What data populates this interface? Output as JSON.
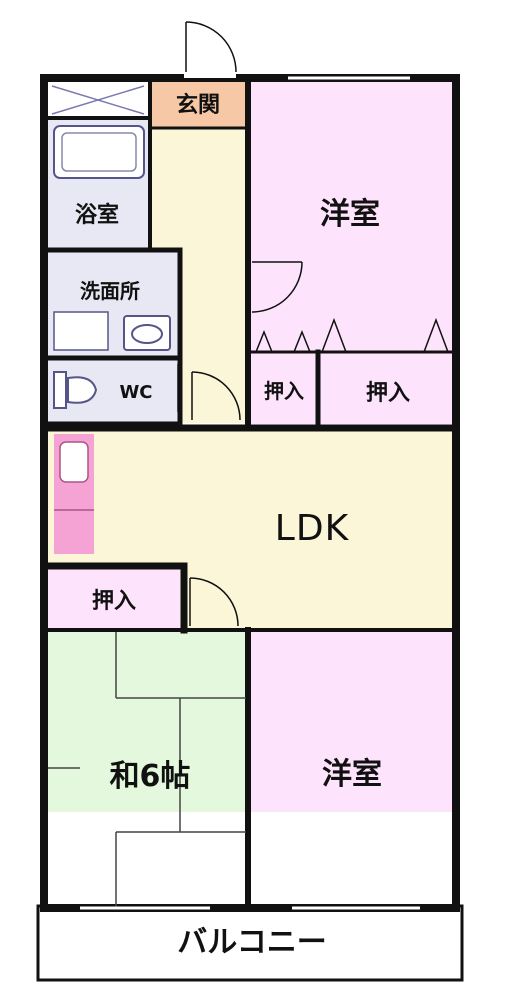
{
  "colors": {
    "wall": "#111111",
    "western_room": "#fde3fb",
    "ldk": "#fbf6d7",
    "washitsu": "#e3f8dc",
    "entrance": "#f7c8a5",
    "wet_area": "#e8e8f4",
    "balcony": "#ffffff",
    "kitchen": "#f4a3d4",
    "fixture_line": "#7a7ab0"
  },
  "rooms": {
    "entrance": "玄関",
    "bath": "浴室",
    "washroom": "洗面所",
    "toilet": "WC",
    "western_top": "洋室",
    "closet_1": "押入",
    "closet_2": "押入",
    "ldk": "LDK",
    "closet_3": "押入",
    "washitsu": "和6帖",
    "western_bottom": "洋室",
    "balcony": "バルコニー"
  }
}
